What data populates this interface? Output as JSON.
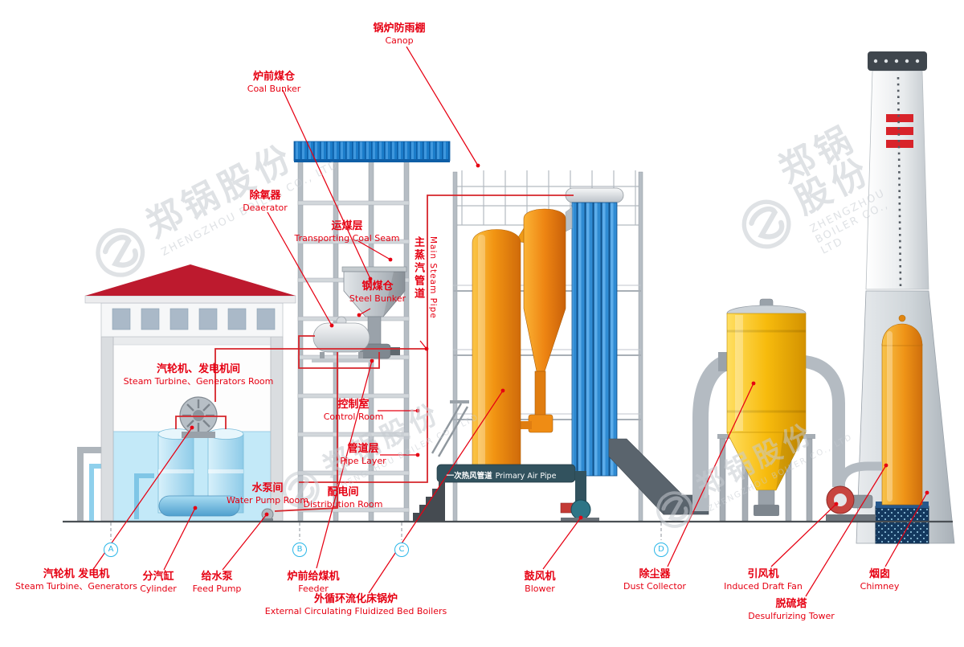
{
  "watermark": {
    "zh": "郑锅股份",
    "en": "ZHENGZHOU BOILER CO., LTD"
  },
  "axis_markers": {
    "a": "A",
    "b": "B",
    "c": "C",
    "d": "D"
  },
  "labels": {
    "canopy": {
      "zh": "锅炉防雨棚",
      "en": "Canop"
    },
    "coal_bunker": {
      "zh": "炉前煤仓",
      "en": "Coal Bunker"
    },
    "deaerator": {
      "zh": "除氧器",
      "en": "Deaerator"
    },
    "transporting_coal_seam": {
      "zh": "运煤层",
      "en": "Transporting Coal Seam"
    },
    "steel_bunker": {
      "zh": "钢煤仓",
      "en": "Steel Bunker"
    },
    "main_steam_pipe": {
      "zh": "主蒸汽管道",
      "en": "Main Steam Pipe"
    },
    "turbine_generators_room": {
      "zh": "汽轮机、发电机间",
      "en": "Steam Turbine、Generators Room"
    },
    "control_room": {
      "zh": "控制室",
      "en": "Control Room"
    },
    "pipe_layer": {
      "zh": "管道层",
      "en": "Pipe Layer"
    },
    "water_pump_room": {
      "zh": "水泵间",
      "en": "Water Pump Room"
    },
    "distribution_room": {
      "zh": "配电间",
      "en": "Distribution Room"
    },
    "primary_air_pipe": {
      "zh": "一次热风管道",
      "en": "Primary Air Pipe"
    },
    "steam_turbine_generators": {
      "zh": "汽轮机 发电机",
      "en": "Steam Turbine、Generators"
    },
    "cylinder": {
      "zh": "分汽缸",
      "en": "Cylinder"
    },
    "feed_pump": {
      "zh": "给水泵",
      "en": "Feed Pump"
    },
    "feeder": {
      "zh": "炉前给煤机",
      "en": "Feeder"
    },
    "ecfb_boiler": {
      "zh": "外循环流化床锅炉",
      "en": "External Circulating Fluidized Bed Boilers"
    },
    "blower": {
      "zh": "鼓风机",
      "en": "Blower"
    },
    "dust_collector": {
      "zh": "除尘器",
      "en": "Dust Collector"
    },
    "induced_draft_fan": {
      "zh": "引风机",
      "en": "Induced Draft Fan"
    },
    "desulfurizing_tower": {
      "zh": "脱硫塔",
      "en": "Desulfurizing Tower"
    },
    "chimney": {
      "zh": "烟囱",
      "en": "Chimney"
    }
  },
  "colors": {
    "label_red": "#e60012",
    "roof_red": "#bd1a2e",
    "canopy_blue": "#1b7cc9",
    "boiler_orange": "#f29412",
    "collector_yellow": "#f7bb0d",
    "water_blue": "#c3e9f8",
    "steel_gray": "#b6bdc4",
    "axis_cyan": "#29b6e8",
    "watermark_gray": "#c6cbd1"
  }
}
